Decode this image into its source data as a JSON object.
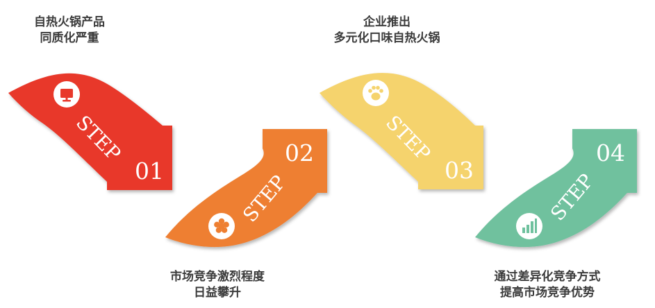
{
  "steps": [
    {
      "word": "STEP",
      "number": "01",
      "caption_lines": [
        "自热火锅产品",
        "同质化严重"
      ],
      "icon": "monitor-icon",
      "color": "#e8392c"
    },
    {
      "word": "STEP",
      "number": "02",
      "caption_lines": [
        "市场竞争激烈程度",
        "日益攀升"
      ],
      "icon": "flower-icon",
      "color": "#ee7f31"
    },
    {
      "word": "STEP",
      "number": "03",
      "caption_lines": [
        "企业推出",
        "多元化口味自热火锅"
      ],
      "icon": "paw-icon",
      "color": "#f5d36d"
    },
    {
      "word": "STEP",
      "number": "04",
      "caption_lines": [
        "通过差异化竞争方式",
        "提高市场竞争优势"
      ],
      "icon": "bar-chart-icon",
      "color": "#6fc19e"
    }
  ]
}
